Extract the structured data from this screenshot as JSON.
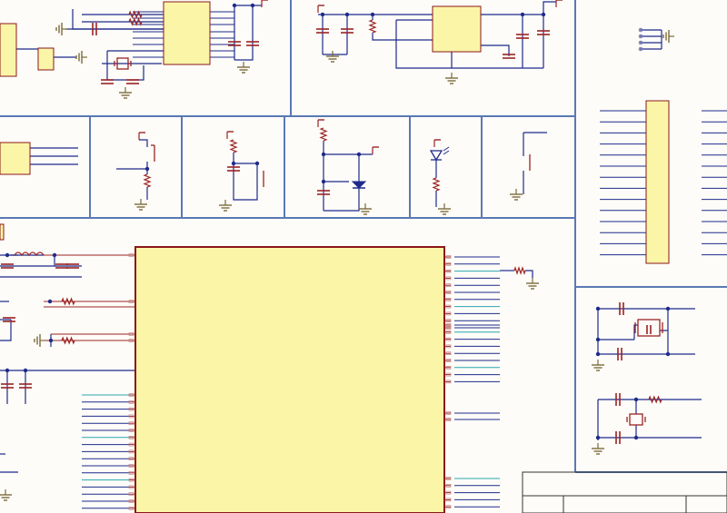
{
  "canvas": {
    "title": ""
  },
  "colors": {
    "background": "#fdfcf8",
    "partition": "#5a79b4",
    "wire": "#1e2a8c",
    "component": "#9b2323",
    "chip_fill": "#fbf5a8",
    "chip_border": "#8a1818",
    "power": "#9b2323",
    "ground": "#7a6b3a",
    "cyan_wire": "#2aa7b0",
    "junction": "#1e2a8c"
  },
  "regions": [
    {
      "id": "top-left-mcu-block"
    },
    {
      "id": "top-center-regulator-block"
    },
    {
      "id": "right-connector-block"
    },
    {
      "id": "button-block-1"
    },
    {
      "id": "button-block-2"
    },
    {
      "id": "transistor-block"
    },
    {
      "id": "led-block"
    },
    {
      "id": "button-block-3"
    },
    {
      "id": "main-mcu-block"
    },
    {
      "id": "crystal-block"
    },
    {
      "id": "title-block"
    }
  ]
}
